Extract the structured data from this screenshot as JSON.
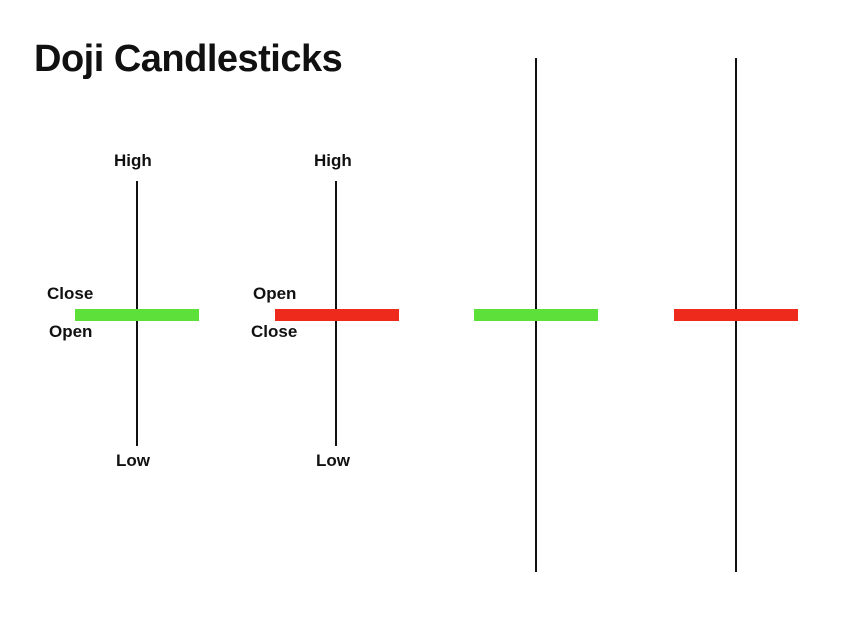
{
  "title": "Doji Candlesticks",
  "colors": {
    "bullish": "#5ee03a",
    "bearish": "#ee2a1c",
    "wick": "#111111"
  },
  "candles": [
    {
      "color": "bullish",
      "labels": {
        "high": "High",
        "low": "Low",
        "upper_side": "Close",
        "lower_side": "Open"
      }
    },
    {
      "color": "bearish",
      "labels": {
        "high": "High",
        "low": "Low",
        "upper_side": "Open",
        "lower_side": "Close"
      }
    },
    {
      "color": "bullish",
      "labels": {}
    },
    {
      "color": "bearish",
      "labels": {}
    }
  ]
}
